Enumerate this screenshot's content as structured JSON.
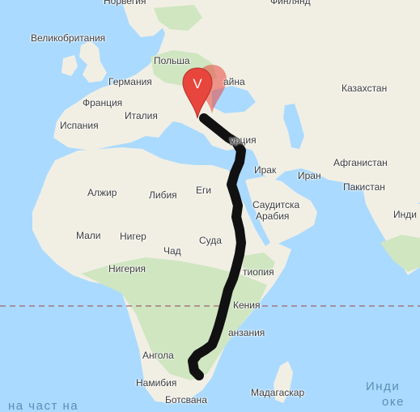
{
  "map": {
    "route_color": "#111111",
    "marker_color": "#e8453c",
    "marker_letter": "V",
    "equator_color": "#a0626a",
    "land_color": "#f1efe4",
    "forest_color": "#cfe6c1",
    "water_color": "#aadaff"
  },
  "labels": {
    "norway": "Норвегия",
    "finland": "Финлянд",
    "uk": "Великобритания",
    "poland": "Польша",
    "ukraine": "айна",
    "germany": "Германия",
    "france": "Франция",
    "kazakhstan": "Казахстан",
    "spain": "Испания",
    "italy": "Италия",
    "turkey": "урция",
    "iraq": "Ирак",
    "afghanistan": "Афганистан",
    "iran": "Иран",
    "pakistan": "Пакистан",
    "algeria": "Алжир",
    "libya": "Либия",
    "egypt": "Еги",
    "saudi_arabia_1": "Саудитска",
    "saudi_arabia_2": "Арабия",
    "india": "Инди",
    "mali": "Мали",
    "niger": "Нигер",
    "sudan": "Суда",
    "chad": "Чад",
    "nigeria": "Нигерия",
    "ethiopia": "тиопия",
    "kenya": "Кения",
    "tanzania": "анзания",
    "angola": "Ангола",
    "namibia": "Намибия",
    "madagascar": "Мадагаскар",
    "botswana": "Ботсвана",
    "indian_ocean_1": "Инди",
    "indian_ocean_2": "оке",
    "atlantic_part": "на част на"
  }
}
